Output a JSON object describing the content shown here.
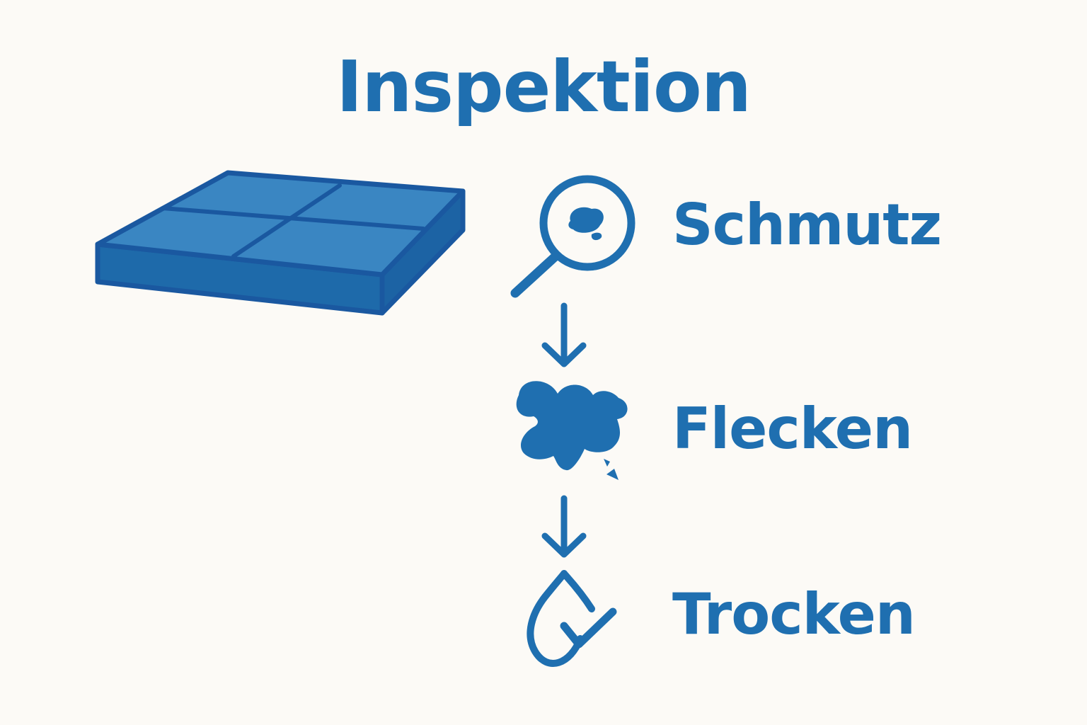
{
  "title": "Inspektion",
  "colors": {
    "accent": "#1f6fb0",
    "panel_top": "#3a86c2",
    "panel_side": "#1e6aaa",
    "panel_edge": "#1a58a0",
    "background": "#fcfaf6"
  },
  "steps": [
    {
      "label": "Schmutz",
      "icon": "magnifier-dirt-icon"
    },
    {
      "label": "Flecken",
      "icon": "stain-splat-icon"
    },
    {
      "label": "Trocken",
      "icon": "drop-check-icon"
    }
  ]
}
